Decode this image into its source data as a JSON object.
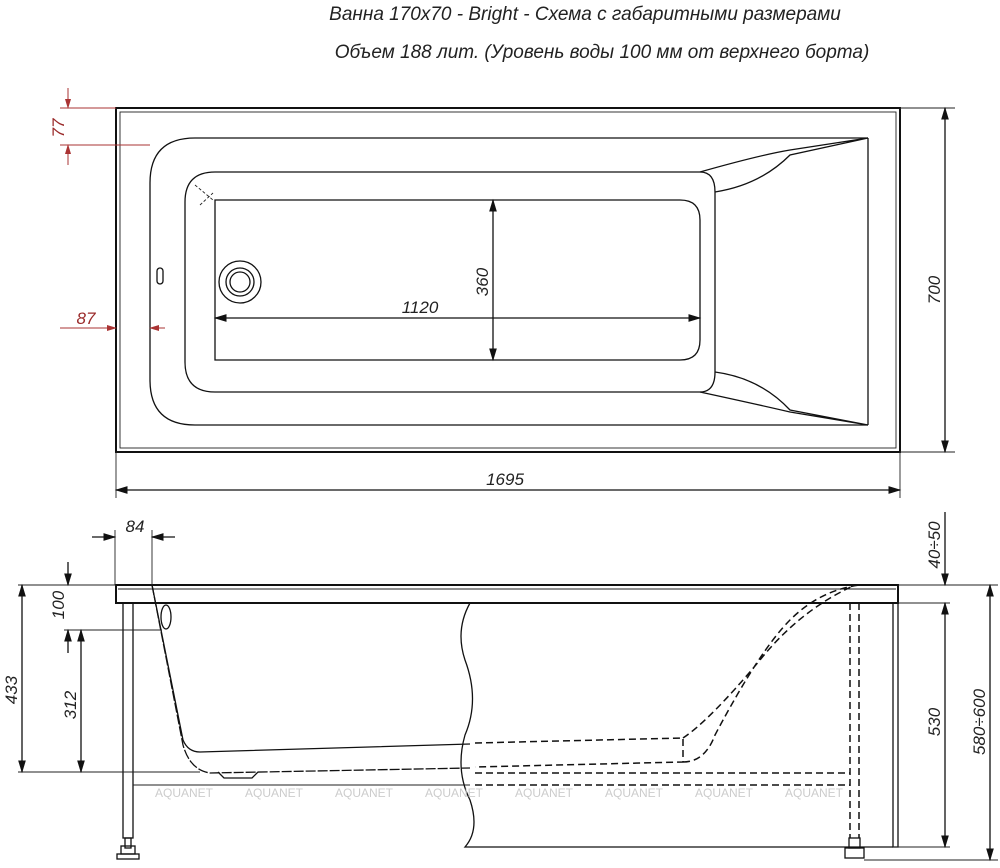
{
  "title": {
    "line1": "Ванна 170x70 - Bright - Схема с габаритными размерами",
    "line2": "Объем 188 лит. (Уровень воды 100 мм от верхнего борта)"
  },
  "top_view": {
    "dims": {
      "rim_top": "77",
      "rim_side": "87",
      "inner_length": "1120",
      "inner_width": "360",
      "width": "700",
      "length": "1695"
    }
  },
  "side_view": {
    "dims": {
      "rim_offset": "84",
      "overflow_depth": "100",
      "overflow_height": "312",
      "depth": "433",
      "install_gap": "40÷50",
      "leg_height": "530",
      "total_height": "580÷600"
    }
  },
  "watermark": "AQUANET",
  "colors": {
    "line": "#111111",
    "accent_dims": "#9a2a2a"
  }
}
